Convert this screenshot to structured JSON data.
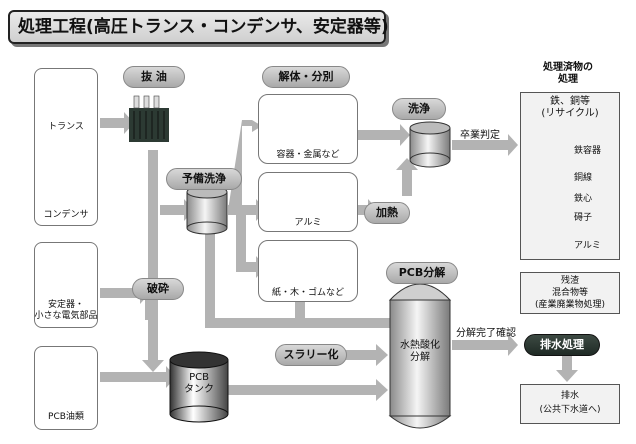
{
  "title": "処理工程(高圧トランス・コンデンサ、安定器等)",
  "stages": {
    "extraction": "抜 油",
    "dismantle": "解体・分別",
    "wash": "洗浄",
    "prewash": "予備洗浄",
    "heat": "加熱",
    "crush": "破砕",
    "slurry": "スラリー化",
    "pcb_decomp": "PCB分解",
    "discharge_treat": "排水処理"
  },
  "inputs": {
    "transformer": "トランス",
    "capacitor": "コンデンサ",
    "ballast": "安定器・\n小さな電気部品",
    "pcb_oil": "PCB油類"
  },
  "dismantle_items": {
    "container": "容器・金属など",
    "aluminum": "アルミ",
    "paper": "紙・木・ゴムなど"
  },
  "tank": "PCB\nタンク",
  "reactor": "水熱酸化\n分解",
  "labels": {
    "clean_judgement": "卒業判定",
    "decomp_confirm": "分解完了確認"
  },
  "treated": {
    "header": "処理済物の\n処理",
    "recycle": "鉄、銅等\n(リサイクル)",
    "items": [
      "鉄容器",
      "銅線",
      "鉄心",
      "碍子",
      "アルミ"
    ],
    "residue": "残渣\n混合物等\n(産業廃業物処理)",
    "discharge": "排水\n(公共下水道へ)"
  },
  "colors": {
    "arrow": "#a8a8a8",
    "pill": "#b8b8b8",
    "dark": "#2e3b35"
  }
}
